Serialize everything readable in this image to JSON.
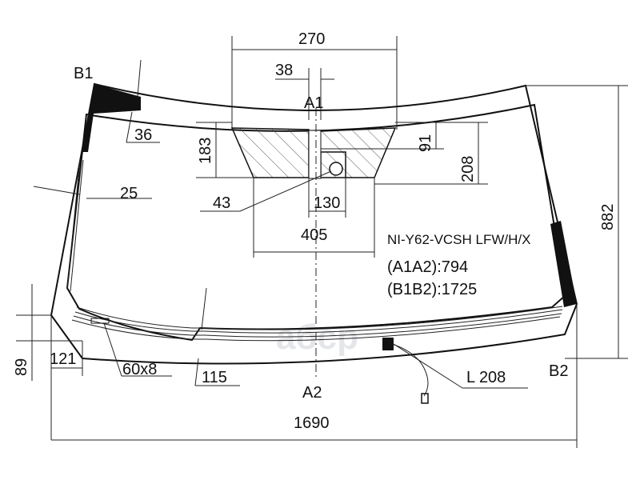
{
  "dimensions": {
    "d270": "270",
    "d38": "38",
    "d36": "36",
    "d183": "183",
    "d91": "91",
    "d208": "208",
    "d25": "25",
    "d43": "43",
    "d130": "130",
    "d405": "405",
    "d882": "882",
    "d89": "89",
    "d121": "121",
    "d60x8": "60x8",
    "d115": "115",
    "dL208": "L 208",
    "d1690": "1690"
  },
  "points": {
    "a1": "A1",
    "a2": "A2",
    "b1": "B1",
    "b2": "B2"
  },
  "info": {
    "code": "NI-Y62-VCSH LFW/H/X",
    "a1a2": "(A1A2):794",
    "b1b2": "(B1B2):1725"
  },
  "watermark": "aбcp"
}
